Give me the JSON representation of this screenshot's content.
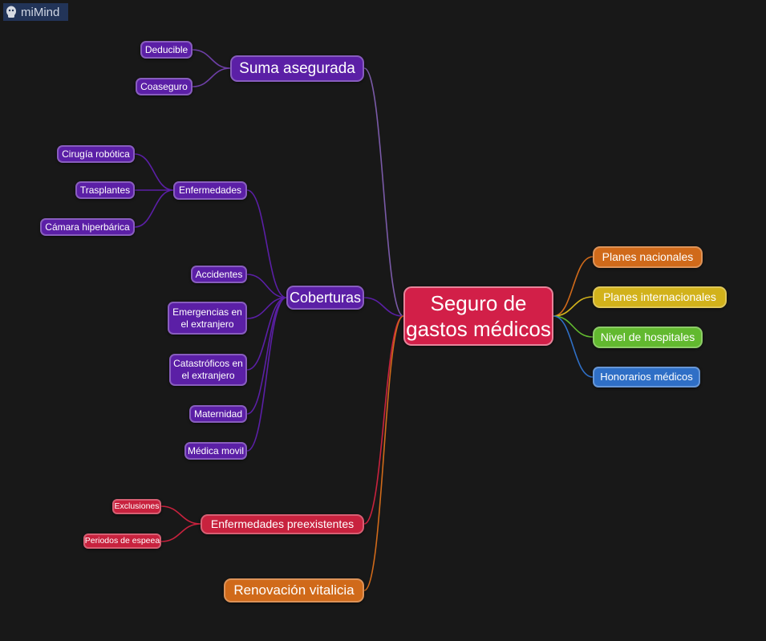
{
  "app": {
    "logo_text": "miMind"
  },
  "colors": {
    "background": "#181818",
    "purple": "#5b1fa6",
    "red": "#c8223e",
    "orange": "#d06a1a",
    "yellow": "#d2b21b",
    "green": "#62b92f",
    "blue": "#2f6fc6",
    "root": "#d21f48"
  },
  "mindmap": {
    "root": "Seguro de gastos médicos",
    "suma": {
      "label": "Suma asegurada",
      "children": [
        "Deducible",
        "Coaseguro"
      ]
    },
    "coberturas": {
      "label": "Coberturas",
      "enfermedades": {
        "label": "Enfermedades",
        "children": [
          "Cirugía robótica",
          "Trasplantes",
          "Cámara hiperbárica"
        ]
      },
      "children": [
        "Accidentes",
        "Emergencias en el extranjero",
        "Catastróficos en el extranjero",
        "Maternidad",
        "Médica movil"
      ]
    },
    "preexistentes": {
      "label": "Enfermedades preexistentes",
      "children": [
        "Exclusiones",
        "Periodos de espeea"
      ]
    },
    "renovacion": {
      "label": "Renovación vitalicia"
    },
    "right": [
      "Planes nacionales",
      "Planes internacionales",
      "Nivel de hospitales",
      "Honorarios médicos"
    ]
  }
}
